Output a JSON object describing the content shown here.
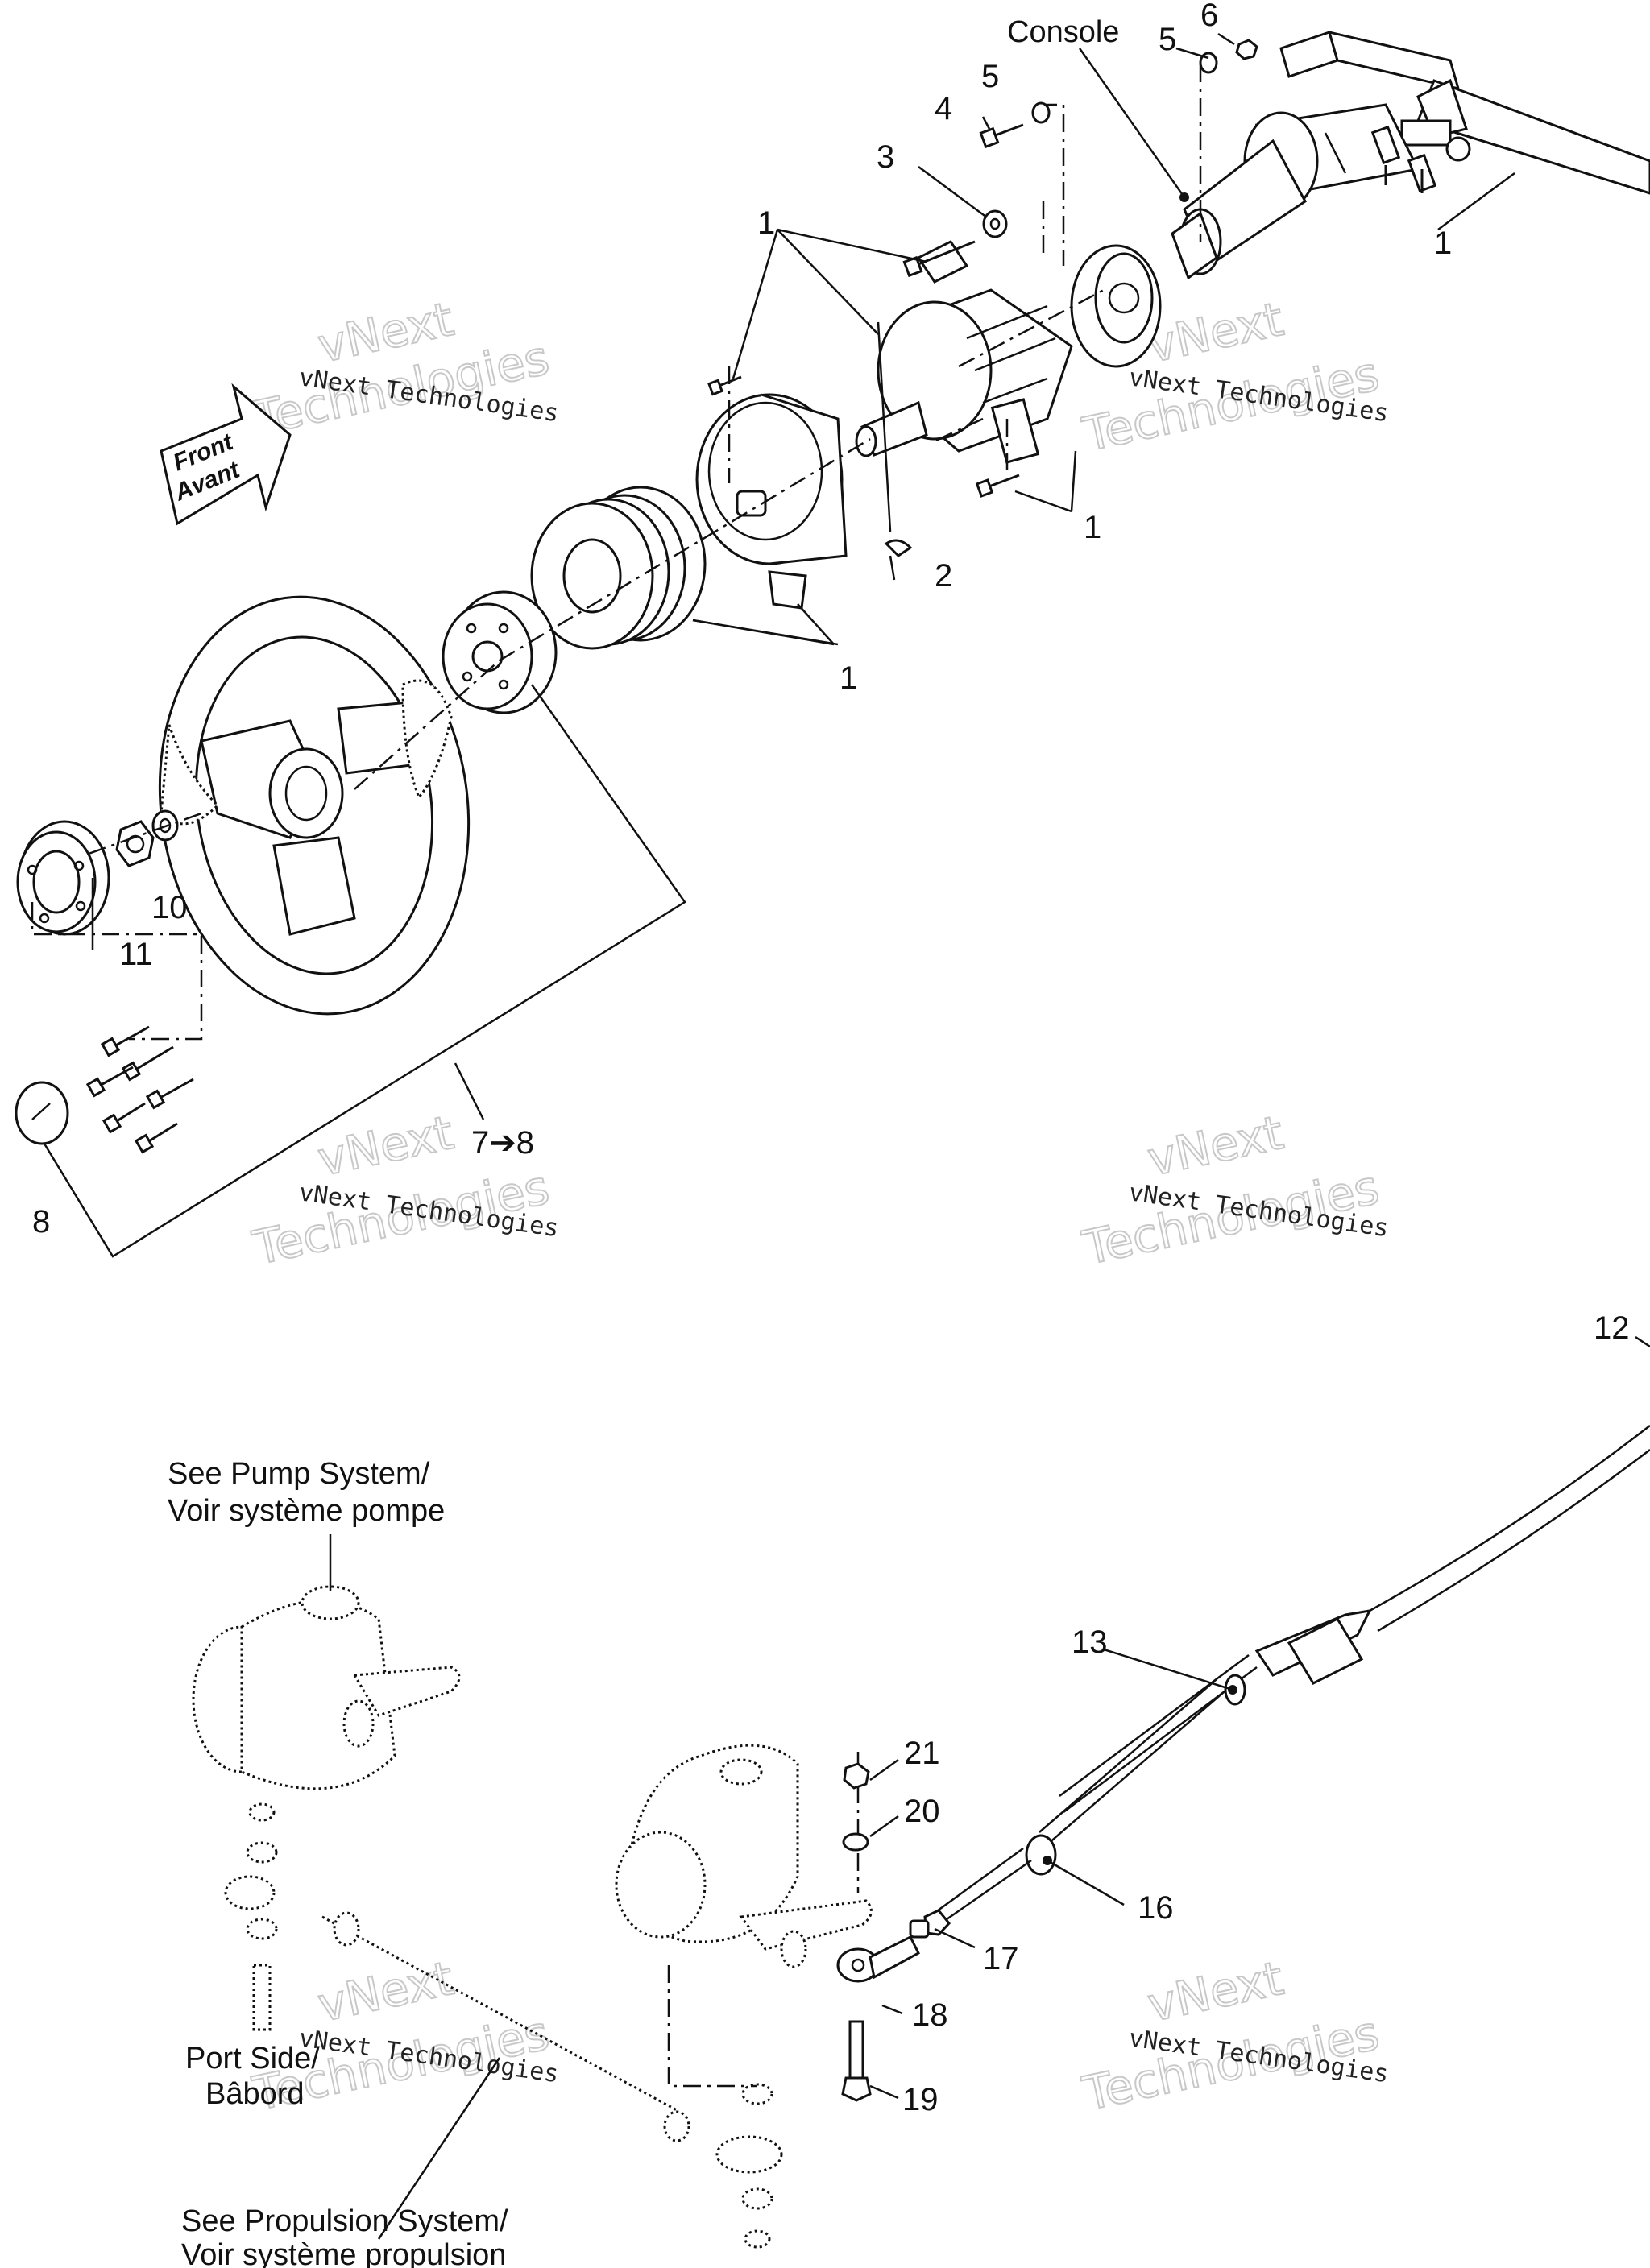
{
  "callouts": {
    "console": "Console",
    "n1a": "1",
    "n1b": "1",
    "n1c": "1",
    "n1d": "1",
    "n2": "2",
    "n3": "3",
    "n4": "4",
    "n5a": "5",
    "n5b": "5",
    "n6": "6",
    "n7_8": "7➔8",
    "n8": "8",
    "n10": "10",
    "n11": "11",
    "n12": "12",
    "n13": "13",
    "n16": "16",
    "n17": "17",
    "n18": "18",
    "n19": "19",
    "n20": "20",
    "n21": "21"
  },
  "notes": {
    "front_line1": "Front",
    "front_line2": "Avant",
    "pump_line1": "See Pump System/",
    "pump_line2": "Voir système pompe",
    "port_line1": "Port Side/",
    "port_line2": "Bâbord",
    "propulsion_line1": "See Propulsion System/",
    "propulsion_line2": "Voir système propulsion"
  },
  "watermarks": {
    "company": "vNext Technologies",
    "brand_top": "vNext",
    "brand_bottom": "Technologies"
  },
  "colors": {
    "ink": "#111111",
    "paper": "#ffffff",
    "watermark_outline": "#c8c8c8"
  }
}
